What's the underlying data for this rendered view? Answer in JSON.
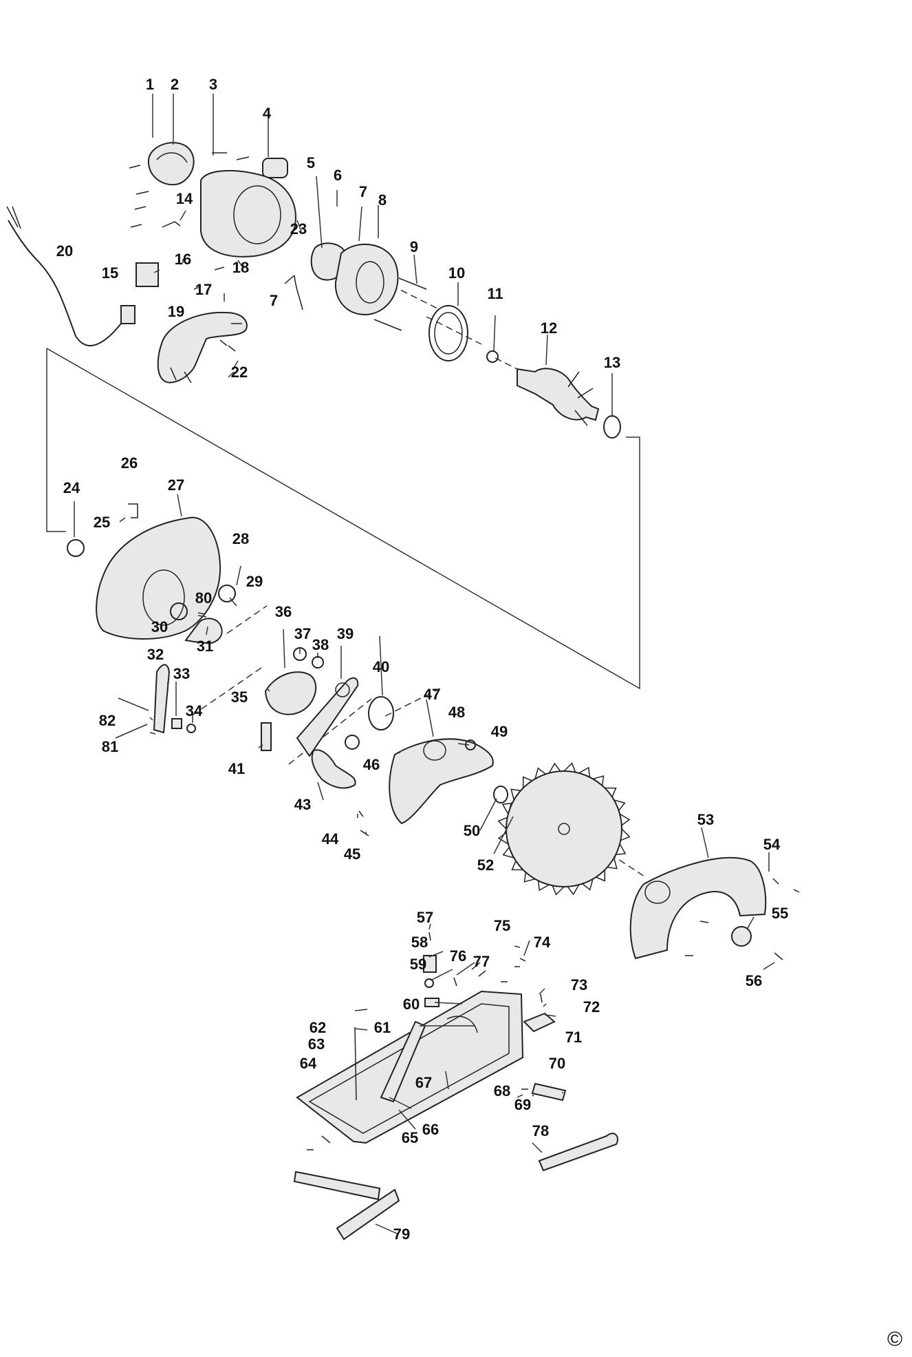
{
  "diagram": {
    "labels": [
      {
        "id": "1",
        "text": "1"
      },
      {
        "id": "2",
        "text": "2"
      },
      {
        "id": "3",
        "text": "3"
      },
      {
        "id": "4",
        "text": "4"
      },
      {
        "id": "5",
        "text": "5"
      },
      {
        "id": "6",
        "text": "6"
      },
      {
        "id": "7a",
        "text": "7"
      },
      {
        "id": "8",
        "text": "8"
      },
      {
        "id": "9",
        "text": "9"
      },
      {
        "id": "10",
        "text": "10"
      },
      {
        "id": "11",
        "text": "11"
      },
      {
        "id": "12",
        "text": "12"
      },
      {
        "id": "13",
        "text": "13"
      },
      {
        "id": "14",
        "text": "14"
      },
      {
        "id": "15",
        "text": "15"
      },
      {
        "id": "16",
        "text": "16"
      },
      {
        "id": "17",
        "text": "17"
      },
      {
        "id": "18",
        "text": "18"
      },
      {
        "id": "7b",
        "text": "7"
      },
      {
        "id": "19",
        "text": "19"
      },
      {
        "id": "20",
        "text": "20"
      },
      {
        "id": "22",
        "text": "22"
      },
      {
        "id": "23",
        "text": "23"
      },
      {
        "id": "24",
        "text": "24"
      },
      {
        "id": "25",
        "text": "25"
      },
      {
        "id": "26",
        "text": "26"
      },
      {
        "id": "27",
        "text": "27"
      },
      {
        "id": "28",
        "text": "28"
      },
      {
        "id": "29",
        "text": "29"
      },
      {
        "id": "30",
        "text": "30"
      },
      {
        "id": "31",
        "text": "31"
      },
      {
        "id": "32",
        "text": "32"
      },
      {
        "id": "33",
        "text": "33"
      },
      {
        "id": "34",
        "text": "34"
      },
      {
        "id": "35",
        "text": "35"
      },
      {
        "id": "36",
        "text": "36"
      },
      {
        "id": "37",
        "text": "37"
      },
      {
        "id": "38",
        "text": "38"
      },
      {
        "id": "39",
        "text": "39"
      },
      {
        "id": "40",
        "text": "40"
      },
      {
        "id": "41",
        "text": "41"
      },
      {
        "id": "43",
        "text": "43"
      },
      {
        "id": "44",
        "text": "44"
      },
      {
        "id": "45",
        "text": "45"
      },
      {
        "id": "46",
        "text": "46"
      },
      {
        "id": "47",
        "text": "47"
      },
      {
        "id": "48",
        "text": "48"
      },
      {
        "id": "49",
        "text": "49"
      },
      {
        "id": "50",
        "text": "50"
      },
      {
        "id": "52",
        "text": "52"
      },
      {
        "id": "53",
        "text": "53"
      },
      {
        "id": "54",
        "text": "54"
      },
      {
        "id": "55",
        "text": "55"
      },
      {
        "id": "56",
        "text": "56"
      },
      {
        "id": "57",
        "text": "57"
      },
      {
        "id": "58",
        "text": "58"
      },
      {
        "id": "59",
        "text": "59"
      },
      {
        "id": "60",
        "text": "60"
      },
      {
        "id": "61",
        "text": "61"
      },
      {
        "id": "62",
        "text": "62"
      },
      {
        "id": "63",
        "text": "63"
      },
      {
        "id": "64",
        "text": "64"
      },
      {
        "id": "65",
        "text": "65"
      },
      {
        "id": "66",
        "text": "66"
      },
      {
        "id": "67",
        "text": "67"
      },
      {
        "id": "68",
        "text": "68"
      },
      {
        "id": "69",
        "text": "69"
      },
      {
        "id": "70",
        "text": "70"
      },
      {
        "id": "71",
        "text": "71"
      },
      {
        "id": "72",
        "text": "72"
      },
      {
        "id": "73",
        "text": "73"
      },
      {
        "id": "74",
        "text": "74"
      },
      {
        "id": "75",
        "text": "75"
      },
      {
        "id": "76",
        "text": "76"
      },
      {
        "id": "77",
        "text": "77"
      },
      {
        "id": "78",
        "text": "78"
      },
      {
        "id": "79",
        "text": "79"
      },
      {
        "id": "80",
        "text": "80"
      },
      {
        "id": "81",
        "text": "81"
      },
      {
        "id": "82",
        "text": "82"
      }
    ],
    "copyright_symbol": "©"
  }
}
